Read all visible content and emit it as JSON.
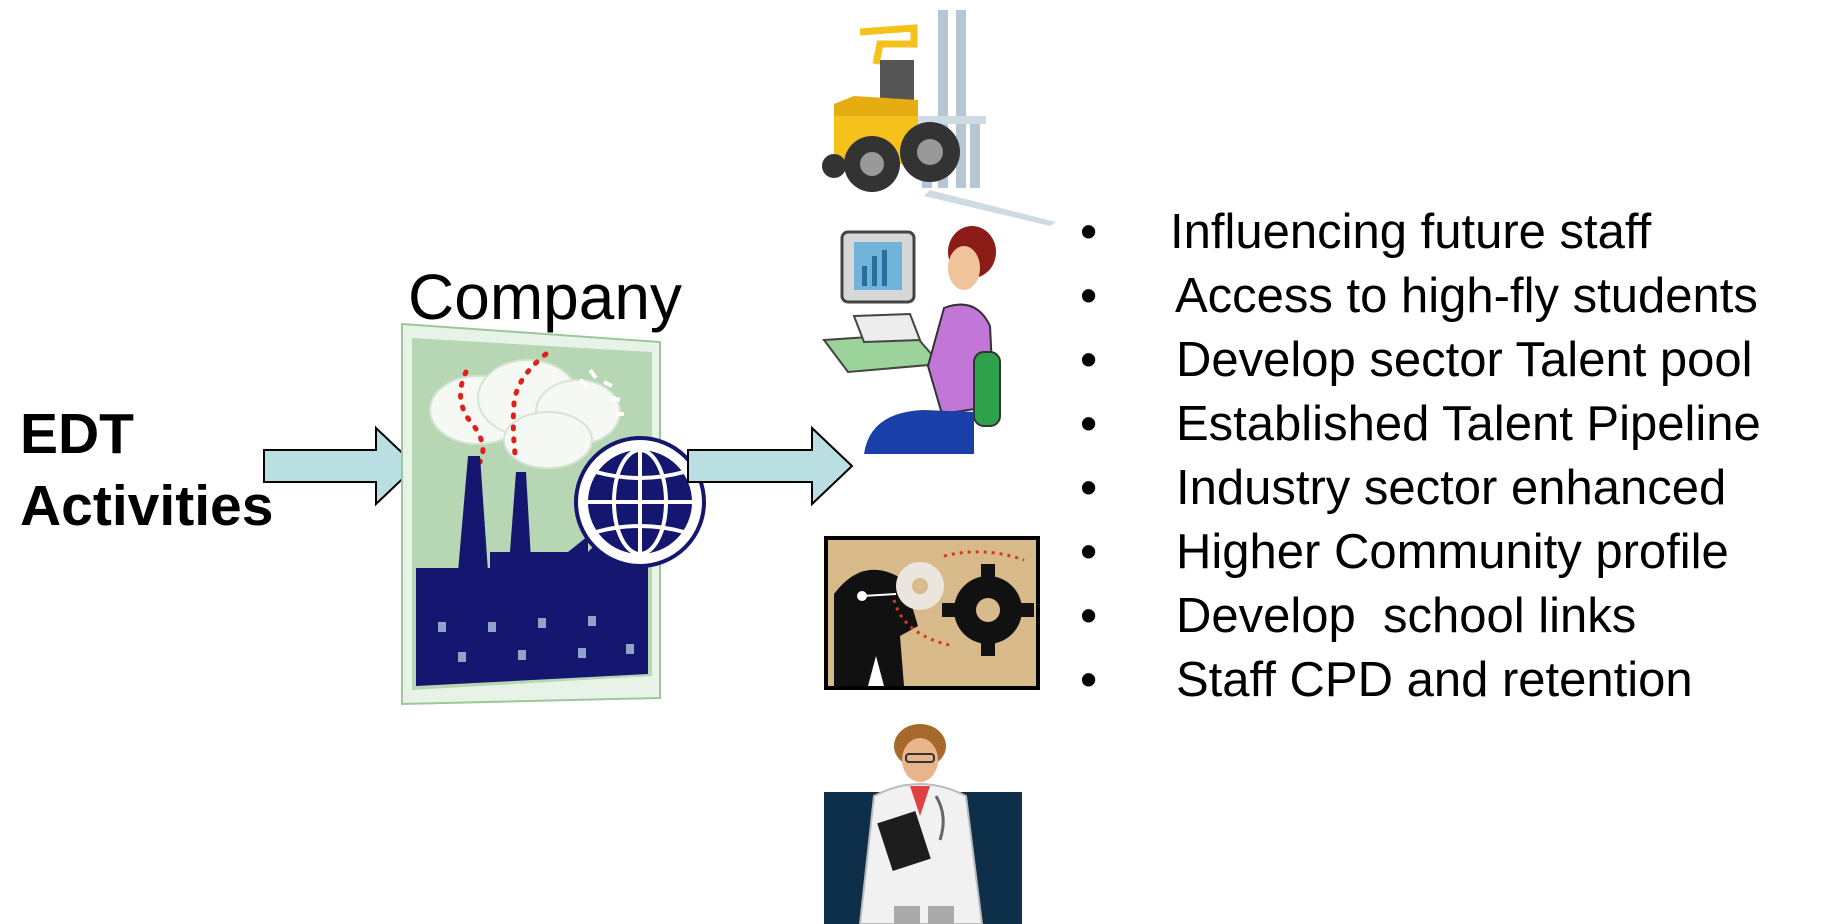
{
  "input_label": {
    "line1": "EDT",
    "line2": "Activities"
  },
  "company_label": "Company",
  "benefits": [
    "Influencing future staff",
    "Access to high-fly students",
    "Develop sector Talent pool",
    "Established Talent Pipeline",
    "Industry sector enhanced",
    "Higher Community profile",
    "Develop  school links",
    "Staff CPD and retention"
  ],
  "bullet_glyph": "•",
  "colors": {
    "arrow_fill": "#b9dfe3",
    "factory": "#14166f",
    "sky": "#b7d6b4",
    "accent_yellow": "#f4c21b"
  },
  "icons": [
    "forklift-icon",
    "office-worker-icon",
    "business-gears-icon",
    "doctor-icon",
    "factory-globe-icon"
  ]
}
